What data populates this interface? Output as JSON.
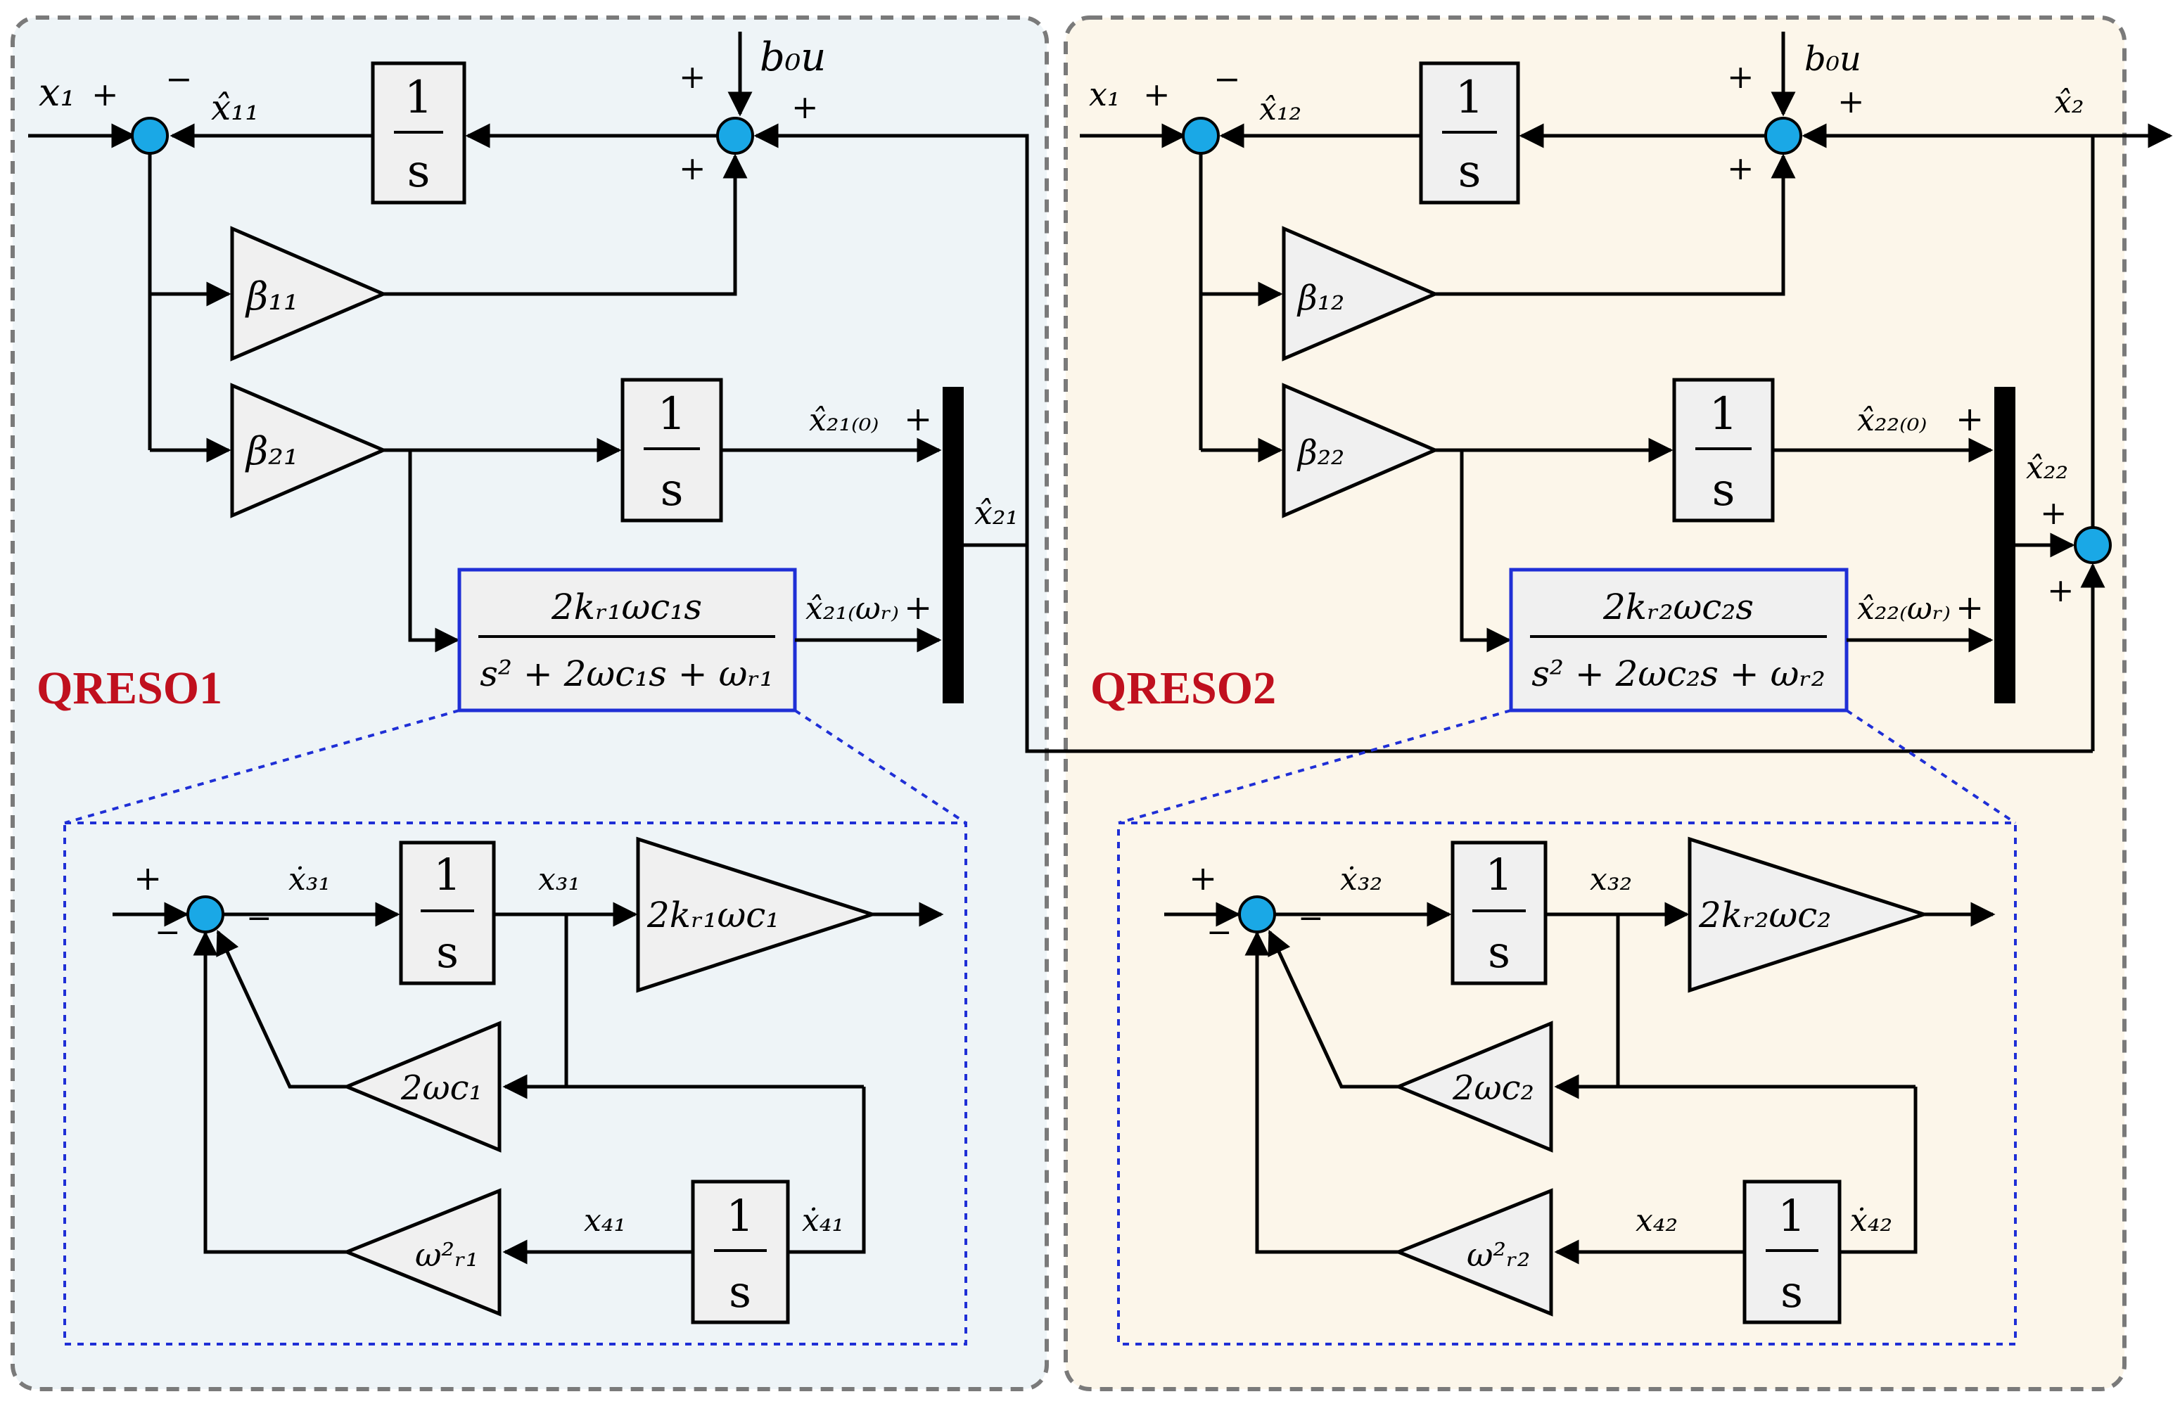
{
  "panels": {
    "left": {
      "label": "QRESO1",
      "bg": "#eef4f7"
    },
    "right": {
      "label": "QRESO2",
      "bg": "#fcf6ea"
    }
  },
  "colors": {
    "sumjunction": "#1aa8e6",
    "label": "#c0101e",
    "tfbox_border": "#1f2fd6",
    "block_fill": "#f0f0f0",
    "panel_border": "#7a7a7a"
  },
  "left": {
    "input": "x₁",
    "input_sign": "+",
    "fb_sign": "−",
    "fb_label": "x̂₁₁",
    "integrator": {
      "num": "1",
      "den": "s"
    },
    "beta1": "β₁₁",
    "beta2": "β₂₁",
    "ext_input": "b₀u",
    "sum2_signs": [
      "+",
      "+",
      "+"
    ],
    "x21_0": "x̂₂₁₍₀₎",
    "x21_w": "x̂₂₁₍ωᵣ₎",
    "x21": "x̂₂₁",
    "mux_signs": [
      "+",
      "+"
    ],
    "tf": {
      "num": "2kᵣ₁ωc₁s",
      "den": "s² + 2ωc₁s + ωᵣ₁"
    },
    "inner": {
      "plus": "+",
      "minus1": "−",
      "minus2": "−",
      "xdot3": "ẋ₃₁",
      "x3": "x₃₁",
      "gain": "2kᵣ₁ωc₁",
      "g2w": "2ωc₁",
      "wr2": "ω²ᵣ₁",
      "x4": "x₄₁",
      "xdot4": "ẋ₄₁"
    }
  },
  "right": {
    "input": "x₁",
    "input_sign": "+",
    "fb_sign": "−",
    "fb_label": "x̂₁₂",
    "integrator": {
      "num": "1",
      "den": "s"
    },
    "beta1": "β₁₂",
    "beta2": "β₂₂",
    "ext_input": "b₀u",
    "sum2_signs": [
      "+",
      "+",
      "+"
    ],
    "x22_0": "x̂₂₂₍₀₎",
    "x22_w": "x̂₂₂₍ωᵣ₎",
    "x22": "x̂₂₂",
    "output": "x̂₂",
    "sum3_signs": [
      "+",
      "+"
    ],
    "mux_signs": [
      "+",
      "+"
    ],
    "tf": {
      "num": "2kᵣ₂ωc₂s",
      "den": "s² + 2ωc₂s + ωᵣ₂"
    },
    "inner": {
      "plus": "+",
      "minus1": "−",
      "minus2": "−",
      "xdot3": "ẋ₃₂",
      "x3": "x₃₂",
      "gain": "2kᵣ₂ωc₂",
      "g2w": "2ωc₂",
      "wr2": "ω²ᵣ₂",
      "x4": "x₄₂",
      "xdot4": "ẋ₄₂"
    }
  }
}
